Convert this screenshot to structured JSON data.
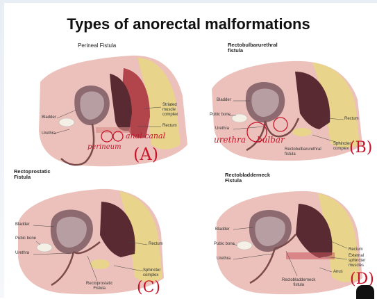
{
  "title": "Types of anorectal malformations",
  "panels": {
    "a": {
      "title": "Perineal Fistula",
      "labels": {
        "bladder": "Bladder",
        "urethra": "Urethra",
        "striated": "Striated\nmuscle\ncomplex",
        "rectum": "Rectum"
      },
      "annotations": {
        "anal_canal": "anal canal",
        "perineum": "perineum",
        "letter": "(A)"
      }
    },
    "b": {
      "title": "Rectobulbarurethral\nfistula",
      "labels": {
        "bladder": "Bladder",
        "pubic_bone": "Pubic bone",
        "urethra": "Urethra",
        "rectum": "Rectum",
        "sphincter": "Sphincter\ncomplex",
        "fistula": "Rectobulbarurethral\nfistula"
      },
      "annotations": {
        "urethra": "urethra",
        "bulbar": "bulbar",
        "letter": "(B)"
      }
    },
    "c": {
      "title": "Rectoprostatic\nFistula",
      "labels": {
        "bladder": "Bladder",
        "pubic_bone": "Pubic bone",
        "urethra": "Urethra",
        "rectum": "Rectum",
        "sphincter": "Sphincter\ncomplex",
        "fistula": "Rectoprostatic\nFistula"
      },
      "annotations": {
        "letter": "(C)"
      }
    },
    "d": {
      "title": "Rectobladderneck\nFistula",
      "labels": {
        "bladder": "Bladder",
        "pubic_bone": "Pubic bone",
        "urethra": "Urethra",
        "rectum": "Rectum",
        "external": "External\nsphincter\nmuscles",
        "anus": "Anus",
        "fistula": "Rectobladderneck\nfistula"
      },
      "annotations": {
        "letter": "(D)"
      }
    }
  },
  "colors": {
    "annotation": "#c8142a",
    "tissue": "#e9b3ae",
    "muscle": "#c9565c",
    "fat": "#e8d48a",
    "bladder": "#8d6a70",
    "rectum": "#5a2a33"
  }
}
